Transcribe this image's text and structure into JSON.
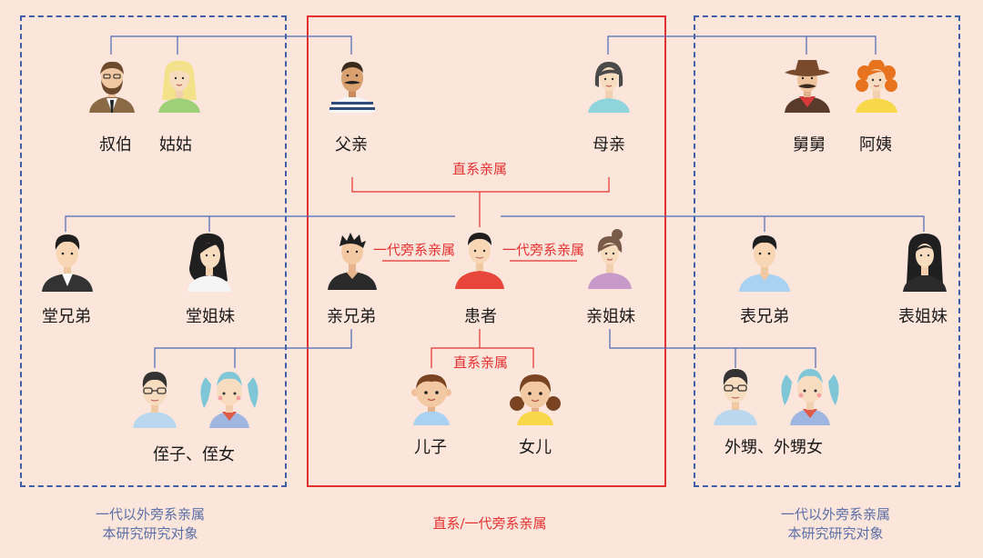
{
  "colors": {
    "background": "#fce6dc",
    "collateral_border": "#3f5ea5",
    "direct_border": "#e53030",
    "direct_line": "#e53030",
    "collateral_line": "#4a68b5"
  },
  "people": {
    "uncle_paternal": {
      "label": "叔伯",
      "icon": "man-beard-suit-avatar-icon"
    },
    "aunt_paternal": {
      "label": "姑姑",
      "icon": "blonde-woman-avatar-icon"
    },
    "father": {
      "label": "父亲",
      "icon": "mustache-man-avatar-icon"
    },
    "mother": {
      "label": "母亲",
      "icon": "bob-hair-woman-avatar-icon"
    },
    "uncle_maternal": {
      "label": "舅舅",
      "icon": "cowboy-hat-man-avatar-icon"
    },
    "aunt_maternal": {
      "label": "阿姨",
      "icon": "curly-hair-woman-avatar-icon"
    },
    "cousin_male_paternal": {
      "label": "堂兄弟",
      "icon": "man-suit-avatar-icon"
    },
    "cousin_female_paternal": {
      "label": "堂姐妹",
      "icon": "long-hair-woman-avatar-icon"
    },
    "brother": {
      "label": "亲兄弟",
      "icon": "spiky-hair-man-avatar-icon"
    },
    "patient": {
      "label": "患者",
      "icon": "patient-avatar-icon"
    },
    "sister": {
      "label": "亲姐妹",
      "icon": "bun-hair-woman-avatar-icon"
    },
    "cousin_male_maternal": {
      "label": "表兄弟",
      "icon": "man-shirt-avatar-icon"
    },
    "cousin_female_maternal": {
      "label": "表姐妹",
      "icon": "long-black-hair-woman-avatar-icon"
    },
    "nephew_niece": {
      "label": "侄子、侄女",
      "icon": "glasses-boy-and-pigtail-girl-icon"
    },
    "son": {
      "label": "儿子",
      "icon": "boy-avatar-icon"
    },
    "daughter": {
      "label": "女儿",
      "icon": "girl-avatar-icon"
    },
    "sister_children": {
      "label": "外甥、外甥女",
      "icon": "glasses-boy-and-pigtail-girl-icon"
    }
  },
  "relations": {
    "parents": "直系亲属",
    "brother_link": "一代旁系亲属",
    "sister_link": "一代旁系亲属",
    "children": "直系亲属"
  },
  "footers": {
    "left": [
      "一代以外旁系亲属",
      "本研究研究对象"
    ],
    "center": [
      "直系/一代旁系亲属"
    ],
    "right": [
      "一代以外旁系亲属",
      "本研究研究对象"
    ]
  }
}
